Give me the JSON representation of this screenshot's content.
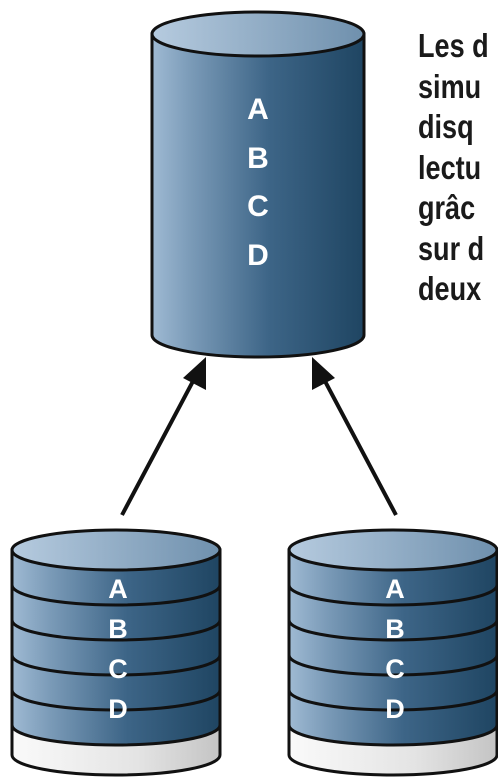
{
  "description_lines": [
    "Les d",
    "simu",
    "disq",
    "lectu",
    "grâc",
    "sur d",
    "deux"
  ],
  "virtual_volume": {
    "letters": [
      "A",
      "B",
      "C",
      "D"
    ]
  },
  "physical_disks": [
    {
      "letters": [
        "A",
        "B",
        "C",
        "D"
      ]
    },
    {
      "letters": [
        "A",
        "B",
        "C",
        "D"
      ]
    }
  ],
  "colors": {
    "cylinder_dark": "#264e6e",
    "cylinder_light": "#9fbad3",
    "cylinder_top": "#8aa8c3",
    "base_light": "#f2f2f2",
    "base_dark": "#c9c9c9",
    "outline": "#111111",
    "text": "#1a1a1a"
  }
}
